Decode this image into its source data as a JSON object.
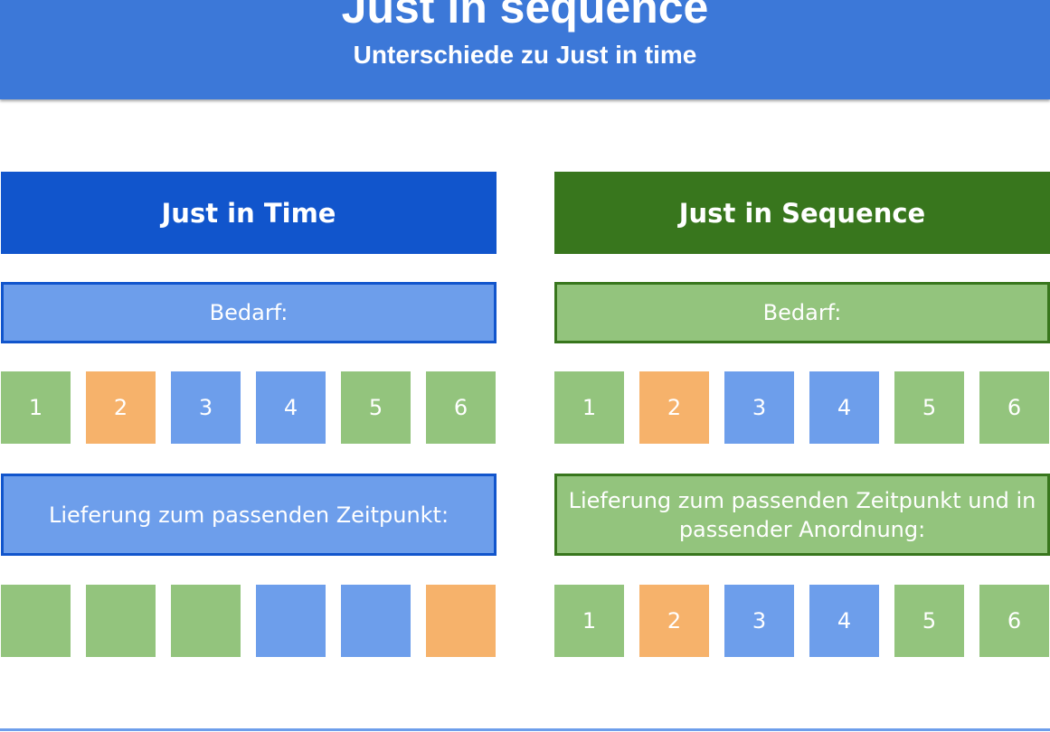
{
  "header": {
    "title": "Just in sequence",
    "subtitle": "Unterschiede zu Just in time"
  },
  "colors": {
    "header": "#3c78d8",
    "jit_dark": "#1155cc",
    "jit_light": "#6d9eeb",
    "jis_dark": "#38761d",
    "jis_light": "#93c47d",
    "orange": "#f6b26b"
  },
  "left": {
    "title": "Just in Time",
    "demand_label": "Bedarf:",
    "demand_items": [
      {
        "label": "1",
        "color": "green"
      },
      {
        "label": "2",
        "color": "orange"
      },
      {
        "label": "3",
        "color": "blue"
      },
      {
        "label": "4",
        "color": "blue"
      },
      {
        "label": "5",
        "color": "green"
      },
      {
        "label": "6",
        "color": "green"
      }
    ],
    "delivery_label": "Lieferung zum passenden Zeitpunkt:",
    "delivery_items": [
      {
        "label": "",
        "color": "green"
      },
      {
        "label": "",
        "color": "green"
      },
      {
        "label": "",
        "color": "green"
      },
      {
        "label": "",
        "color": "blue"
      },
      {
        "label": "",
        "color": "blue"
      },
      {
        "label": "",
        "color": "orange"
      }
    ]
  },
  "right": {
    "title": "Just in Sequence",
    "demand_label": "Bedarf:",
    "demand_items": [
      {
        "label": "1",
        "color": "green"
      },
      {
        "label": "2",
        "color": "orange"
      },
      {
        "label": "3",
        "color": "blue"
      },
      {
        "label": "4",
        "color": "blue"
      },
      {
        "label": "5",
        "color": "green"
      },
      {
        "label": "6",
        "color": "green"
      }
    ],
    "delivery_label": "Lieferung zum passenden Zeitpunkt und in passender Anordnung:",
    "delivery_items": [
      {
        "label": "1",
        "color": "green"
      },
      {
        "label": "2",
        "color": "orange"
      },
      {
        "label": "3",
        "color": "blue"
      },
      {
        "label": "4",
        "color": "blue"
      },
      {
        "label": "5",
        "color": "green"
      },
      {
        "label": "6",
        "color": "green"
      }
    ]
  }
}
